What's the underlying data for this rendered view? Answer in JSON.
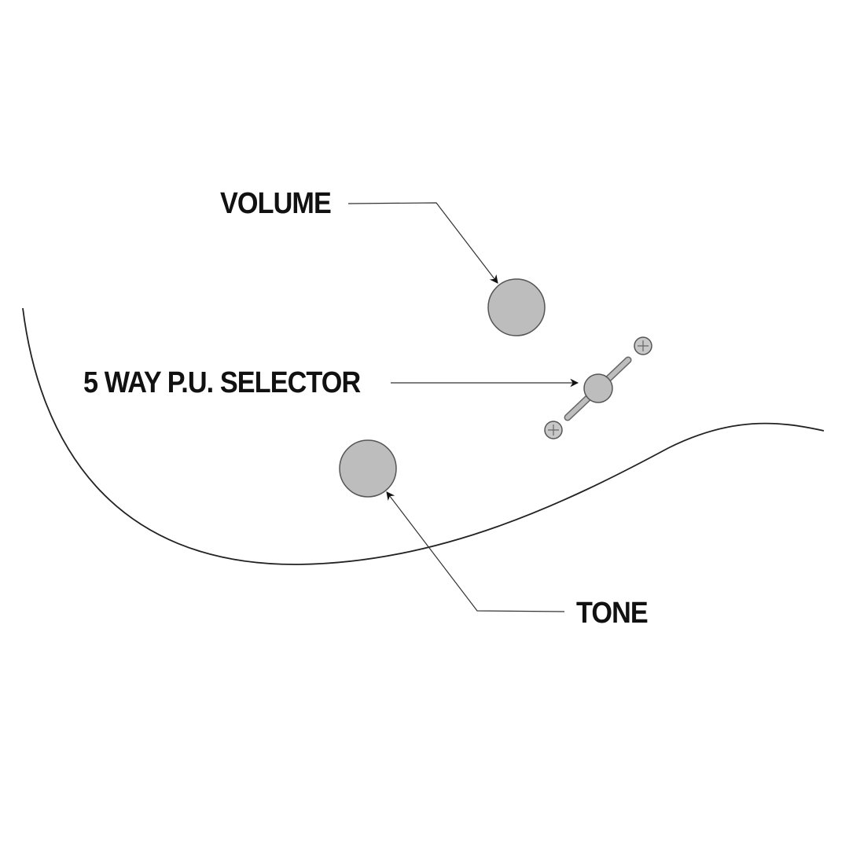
{
  "labels": {
    "volume": "VOLUME",
    "selector": "5 WAY P.U. SELECTOR",
    "tone": "TONE"
  },
  "colors": {
    "knob": "#bdbdbd",
    "outline": "#555555",
    "line": "#222222"
  }
}
